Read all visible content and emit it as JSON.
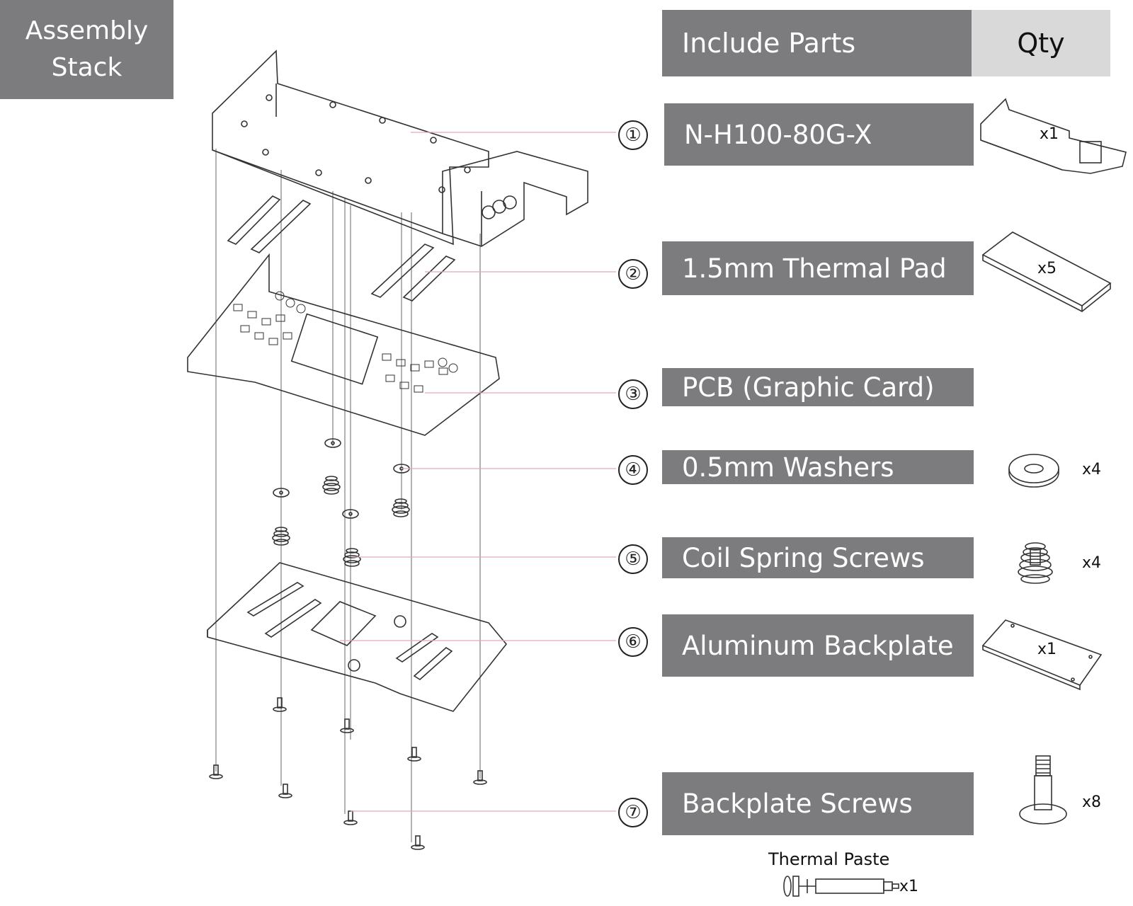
{
  "header": {
    "assembly_title_line1": "Assembly",
    "assembly_title_line2": "Stack",
    "parts_header": "Include Parts",
    "qty_header": "Qty"
  },
  "parts": [
    {
      "number": "①",
      "name": "N-H100-80G-X",
      "qty": "x1",
      "icon": "gpu-waterblock-icon"
    },
    {
      "number": "②",
      "name": "1.5mm Thermal Pad",
      "qty": "x5",
      "icon": "thermal-pad-icon"
    },
    {
      "number": "③",
      "name": "PCB (Graphic Card)",
      "qty": "",
      "icon": ""
    },
    {
      "number": "④",
      "name": "0.5mm Washers",
      "qty": "x4",
      "icon": "washer-icon"
    },
    {
      "number": "⑤",
      "name": "Coil Spring Screws",
      "qty": "x4",
      "icon": "coil-spring-screw-icon"
    },
    {
      "number": "⑥",
      "name": "Aluminum Backplate",
      "qty": "x1",
      "icon": "backplate-icon"
    },
    {
      "number": "⑦",
      "name": "Backplate Screws",
      "qty": "x8",
      "icon": "backplate-screw-icon"
    }
  ],
  "thermal_paste": {
    "label": "Thermal Paste",
    "qty": "x1",
    "icon": "syringe-icon"
  },
  "colors": {
    "label_box": "#7c7b7d",
    "qty_header": "#d9d9d9",
    "leader_line": "#e4a6c4"
  }
}
